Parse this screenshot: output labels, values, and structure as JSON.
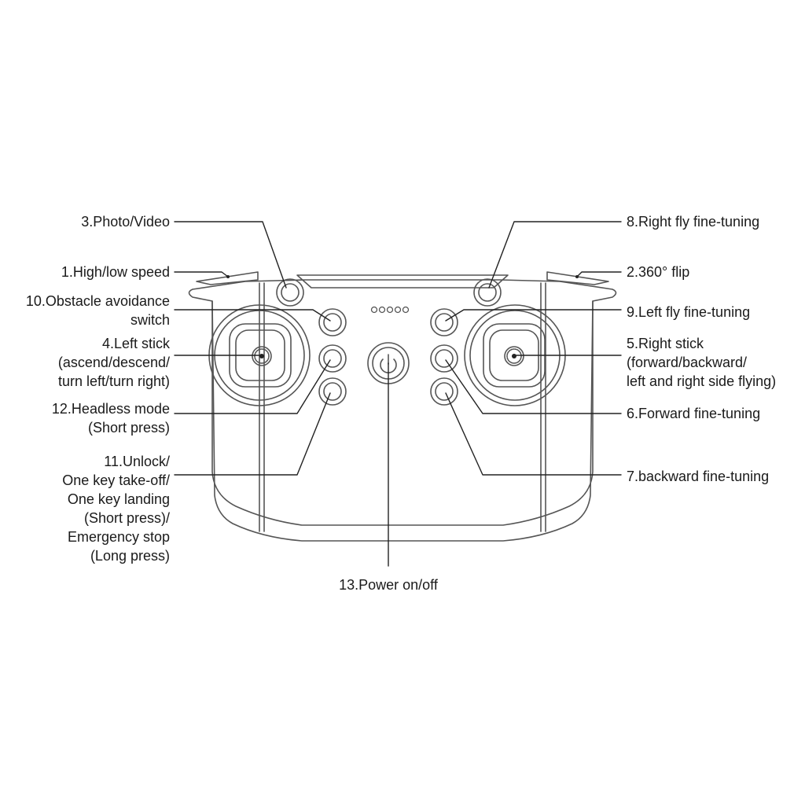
{
  "labels": {
    "photo_video": [
      "3.Photo/Video"
    ],
    "high_low_speed": [
      "1.High/low speed"
    ],
    "obstacle_avoidance": [
      "10.Obstacle avoidance",
      "switch"
    ],
    "left_stick": [
      "4.Left stick",
      "(ascend/descend/",
      "turn left/turn right)"
    ],
    "headless_mode": [
      "12.Headless mode",
      "(Short press)"
    ],
    "unlock": [
      "11.Unlock/",
      "One key take-off/",
      "One key landing",
      "(Short press)/",
      "Emergency stop",
      "(Long press)"
    ],
    "right_fly_fine_tuning": [
      "8.Right fly fine-tuning"
    ],
    "flip_360": [
      "2.360° flip"
    ],
    "left_fly_fine_tuning": [
      "9.Left fly fine-tuning"
    ],
    "right_stick": [
      "5.Right stick",
      "(forward/backward/",
      "left and right side flying)"
    ],
    "forward_fine_tuning": [
      "6.Forward fine-tuning"
    ],
    "backward_fine_tuning": [
      "7.backward fine-tuning"
    ],
    "power": [
      "13.Power on/off"
    ]
  },
  "colors": {
    "line": "#222222",
    "outline": "#555555",
    "text": "#1a1a1a"
  }
}
